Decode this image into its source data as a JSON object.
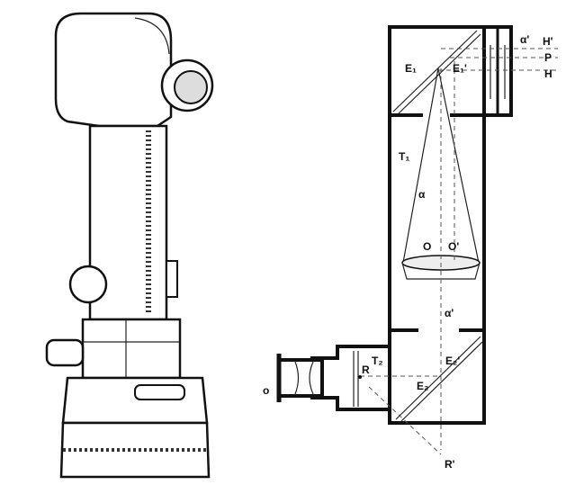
{
  "labels": {
    "E1": "E₁",
    "E1p": "E₁'",
    "alpha_p_top": "α'",
    "Hp": "H'",
    "P": "P",
    "H": "H",
    "T1": "T₁",
    "alpha": "α",
    "O": "O",
    "Op": "O'",
    "alpha_p_mid": "α'",
    "E2p": "E₂'",
    "E2": "E₂",
    "T2": "T₂",
    "R": "R",
    "Rp": "R'",
    "o": "o"
  }
}
